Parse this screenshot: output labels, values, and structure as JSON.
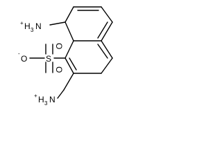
{
  "labels": {
    "ammonium_top": {
      "charge": "+",
      "h": "H",
      "sub": "3",
      "n": "N"
    },
    "sulfur": "S",
    "oxygen_right": "O",
    "oxygen_bottom": "O",
    "oxygen_left": {
      "charge": "-",
      "o": "O"
    },
    "ammonium_bottom": {
      "charge": "+",
      "h": "H",
      "sub": "3",
      "n": "N"
    }
  }
}
